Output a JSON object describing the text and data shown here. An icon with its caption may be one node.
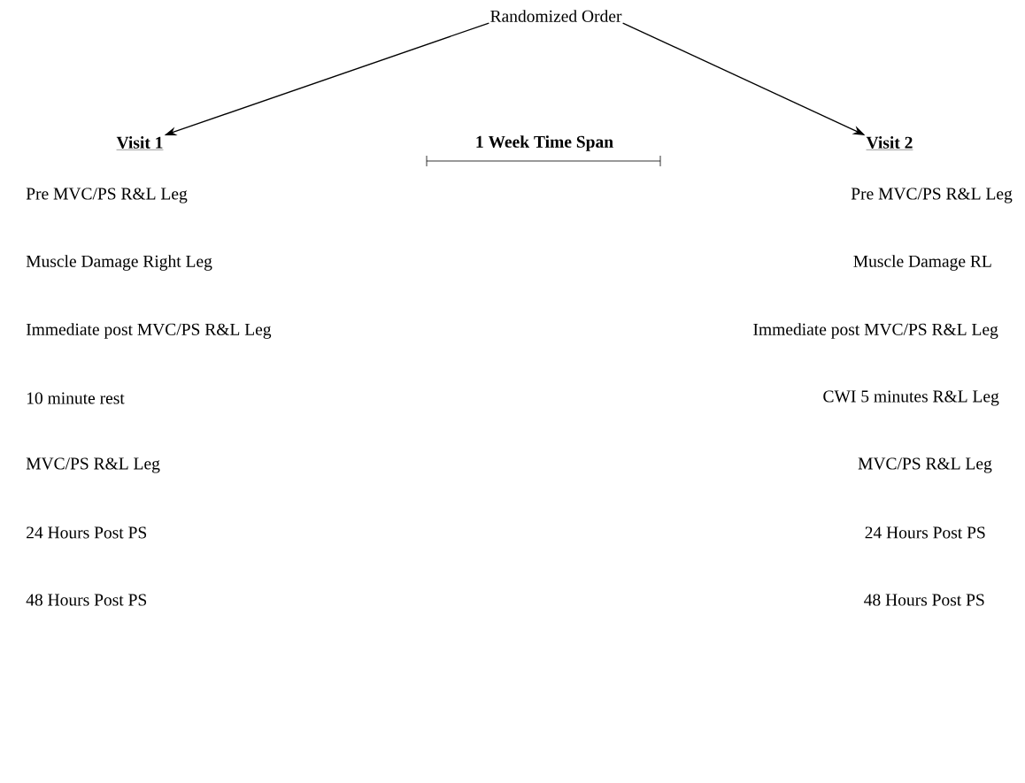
{
  "diagram": {
    "nodes": [
      {
        "text": [
          "Randomized Order"
        ]
      },
      {
        "text": [
          "Visit 1"
        ]
      },
      {
        "text": [
          "Visit 2"
        ]
      }
    ],
    "edges": [
      {
        "from": 0,
        "to": 1,
        "arrow": "to"
      },
      {
        "from": 0,
        "to": 2,
        "arrow": "to"
      }
    ],
    "labels": [
      "1 Week Time Span",
      "Pre MVC/PS R&L Leg",
      "Pre MVC/PS R&L Leg",
      "Muscle Damage Right Leg",
      "Muscle Damage RL",
      "Immediate post MVC/PS R&L Leg",
      "Immediate post MVC/PS R&L Leg",
      "10 minute rest",
      "CWI 5 minutes R&L Leg",
      "MVC/PS R&L Leg",
      "MVC/PS R&L Leg",
      "24 Hours Post PS",
      "24 Hours Post PS",
      "48 Hours Post PS",
      "48 Hours Post PS"
    ]
  }
}
